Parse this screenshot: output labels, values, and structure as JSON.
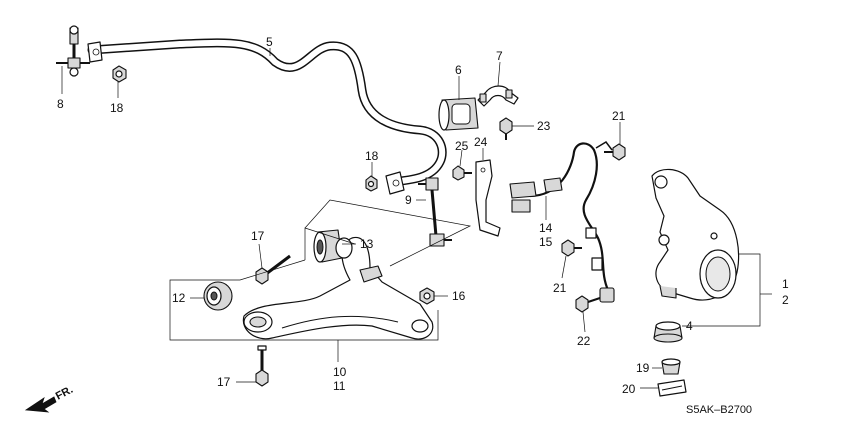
{
  "diagram": {
    "code": "S5AK–B2700",
    "direction_label": "FR.",
    "callouts": {
      "c1": "1",
      "c2": "2",
      "c4": "4",
      "c5": "5",
      "c6": "6",
      "c7": "7",
      "c8": "8",
      "c9": "9",
      "c10": "10",
      "c11": "11",
      "c12": "12",
      "c13": "13",
      "c14": "14",
      "c15": "15",
      "c16": "16",
      "c17a": "17",
      "c17b": "17",
      "c18a": "18",
      "c18b": "18",
      "c19": "19",
      "c20": "20",
      "c21a": "21",
      "c21b": "21",
      "c22": "22",
      "c23": "23",
      "c24": "24",
      "c25": "25"
    }
  }
}
